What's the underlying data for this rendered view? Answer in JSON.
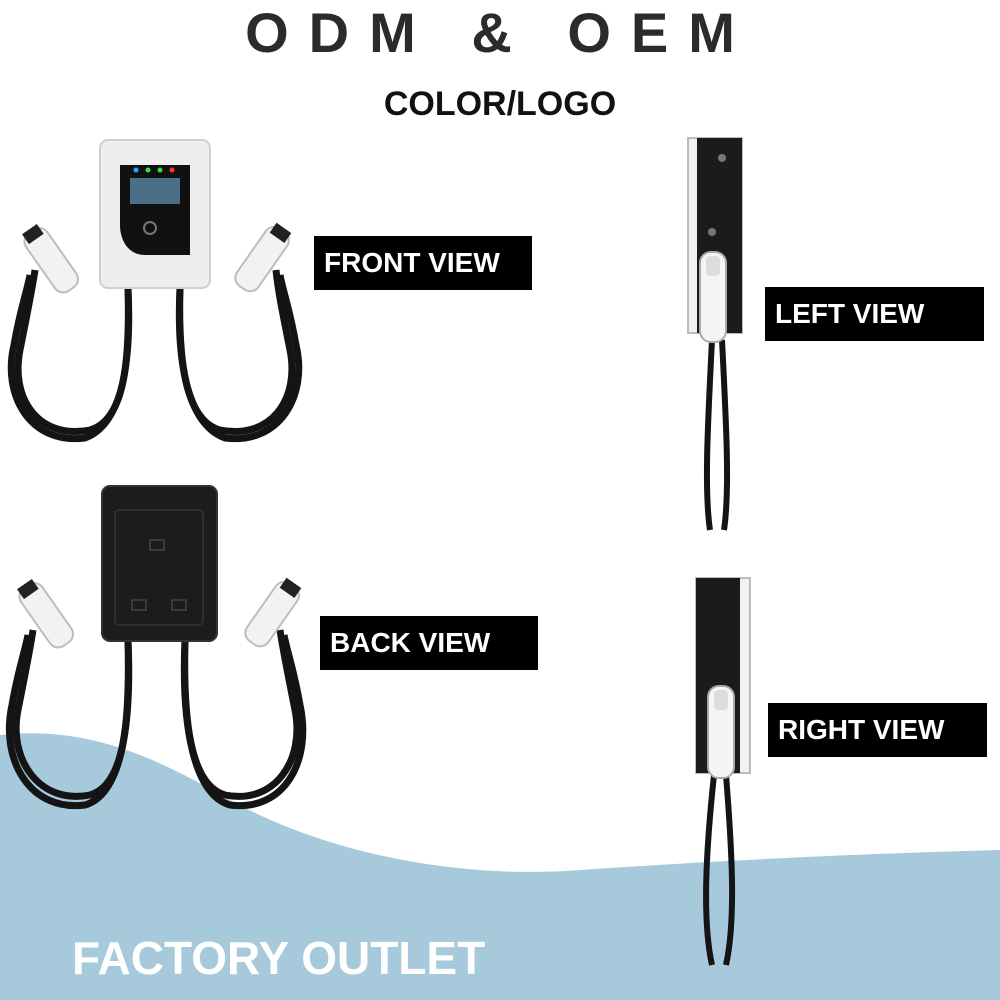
{
  "header": {
    "title": "ODM & OEM",
    "subtitle": "COLOR/LOGO"
  },
  "views": {
    "front": "FRONT VIEW",
    "left": "LEFT VIEW",
    "back": "BACK VIEW",
    "right": "RIGHT VIEW"
  },
  "footer": {
    "text": "FACTORY OUTLET"
  },
  "colors": {
    "wave": "#a7c9dc",
    "label_bg": "#000000",
    "charger_body_front": "#eeeeee",
    "charger_body_back": "#1c1c1c",
    "cable": "#141414"
  }
}
